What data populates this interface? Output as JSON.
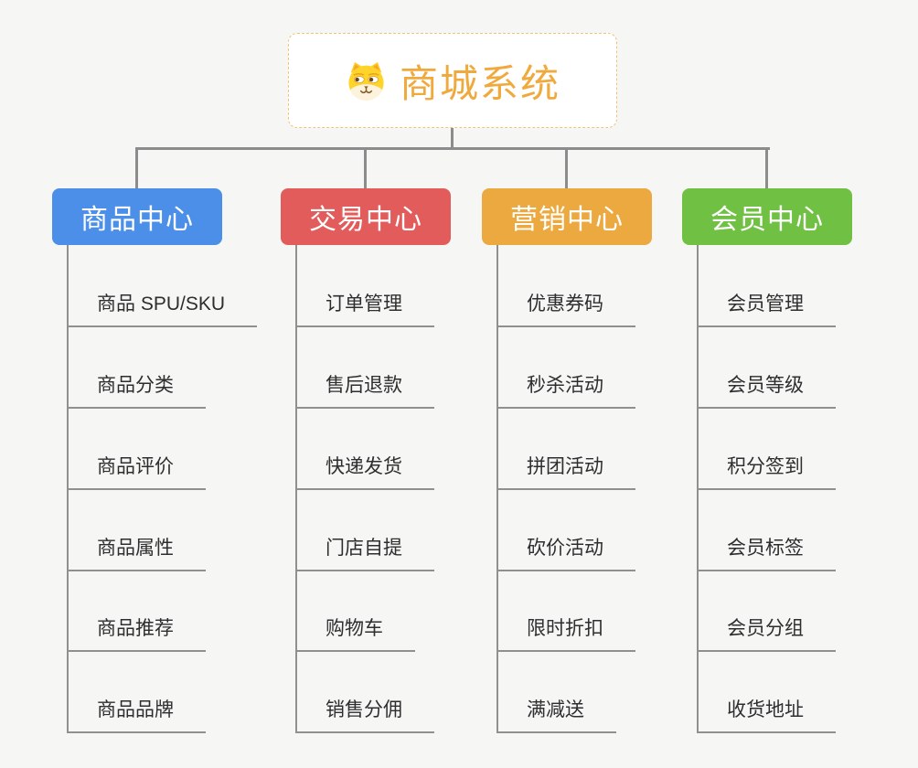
{
  "page": {
    "background": "#F6F6F5",
    "connector_color": "#8C8C8C"
  },
  "root": {
    "title": "商城系统",
    "icon": "dog-face-icon",
    "text_color": "#F0A93D",
    "border_color": "#F2C27D"
  },
  "branches": [
    {
      "label": "商品中心",
      "color": "#4B8FE8",
      "items": [
        "商品 SPU/SKU",
        "商品分类",
        "商品评价",
        "商品属性",
        "商品推荐",
        "商品品牌"
      ]
    },
    {
      "label": "交易中心",
      "color": "#E25C5C",
      "items": [
        "订单管理",
        "售后退款",
        "快递发货",
        "门店自提",
        "购物车",
        "销售分佣"
      ]
    },
    {
      "label": "营销中心",
      "color": "#EBA93F",
      "items": [
        "优惠券码",
        "秒杀活动",
        "拼团活动",
        "砍价活动",
        "限时折扣",
        "满减送"
      ]
    },
    {
      "label": "会员中心",
      "color": "#6FC043",
      "items": [
        "会员管理",
        "会员等级",
        "积分签到",
        "会员标签",
        "会员分组",
        "收货地址"
      ]
    }
  ]
}
